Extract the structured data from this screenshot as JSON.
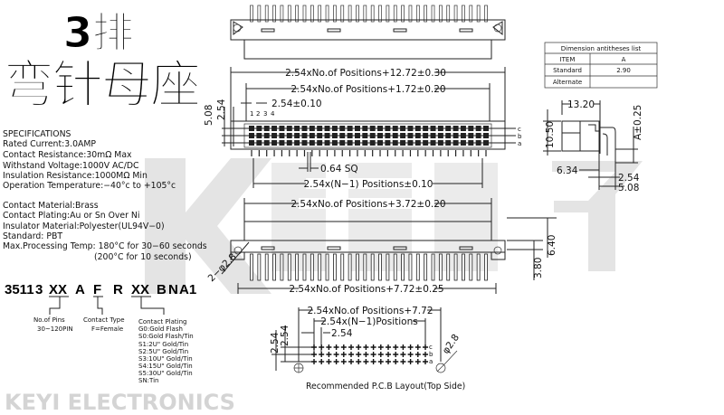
{
  "title": {
    "line1": "3排",
    "line2": "弯针母座"
  },
  "watermark": {
    "brand": "KEYI ELECTRONICS"
  },
  "specifications": {
    "heading": "SPECIFICATIONS",
    "lines": [
      "Rated  Current:3.0AMP",
      "Contact  Resistance:30mΩ  Max",
      "Withstand  Voltage:1000V  AC/DC",
      "Insulation  Resistance:1000MΩ  Min",
      "Operation  Temperature:−40°c  to  +105°c",
      "Contact  Material:Brass",
      "Contact  Plating:Au  or  Sn  Over  Ni",
      "Insulator  Material:Polyester(UL94V−0)",
      "Standard:             PBT",
      "Max.Processing  Temp:  180°C  for  30−60  seconds",
      "(200°C  for  10  seconds)"
    ]
  },
  "part_number": {
    "segments": [
      "3511",
      "3",
      "XX",
      "A",
      "F",
      "R",
      "XX",
      "B",
      "N",
      "A1"
    ],
    "pins_label": "No.of  Pins",
    "pins_range": "30~120PIN",
    "contact_type_label": "Contact  Type",
    "contact_type_value": "F=Female",
    "plating_label": "Contact  Plating",
    "plating_options": [
      "G0:Gold  Flash",
      "S0:Gold  Flash/Tin",
      "S1:2U\"  Gold/Tin",
      "S2:5U\"  Gold/Tin",
      "S3:10U\"  Gold/Tin",
      "S4:15U\"  Gold/Tin",
      "S5:30U\"  Gold/Tin",
      "SN:Tin"
    ]
  },
  "dimension_table": {
    "title": "Dimension  antitheses  list",
    "rows": [
      [
        "ITEM",
        "A"
      ],
      [
        "Standard",
        "2.90"
      ],
      [
        "Alternate",
        ""
      ]
    ]
  },
  "dimensions": {
    "overall": "2.54xNo.of  Positions+12.72±0.30",
    "body": "2.54xNo.of  Positions+1.72±0.20",
    "pitch": "2.54±0.10",
    "pin_numbers": [
      "1",
      "2",
      "3",
      "4"
    ],
    "row_labels": [
      "c",
      "b",
      "a"
    ],
    "row_pitch_1": "5.08",
    "row_pitch_2": "2.54",
    "pin_size": "0.64  SQ",
    "span": "2.54x(N−1)  Positions±0.10",
    "shroud": "2.54xNo.of  Positions+3.72±0.20",
    "hole": "2−φ2.8",
    "flange": "2.54xNo.of  Positions+7.72±0.25",
    "height_1": "3.80",
    "height_2": "6.40",
    "side_depth": "13.20",
    "side_height": "10.50",
    "side_a": "A±0.25",
    "side_offset": "6.34",
    "side_pitch_1": "2.54",
    "side_pitch_2": "5.08"
  },
  "pcb_layout": {
    "overall": "2.54xNo.of  Positions+7.72",
    "span": "2.54x(N−1)Positions",
    "pitch": "2.54",
    "row_pitch_1": "2.54",
    "row_pitch_2": "2.54",
    "hole": "φ2.8",
    "row_labels": [
      "c",
      "b",
      "a"
    ],
    "caption": "Recommended  P.C.B  Layout(Top  Side)"
  }
}
